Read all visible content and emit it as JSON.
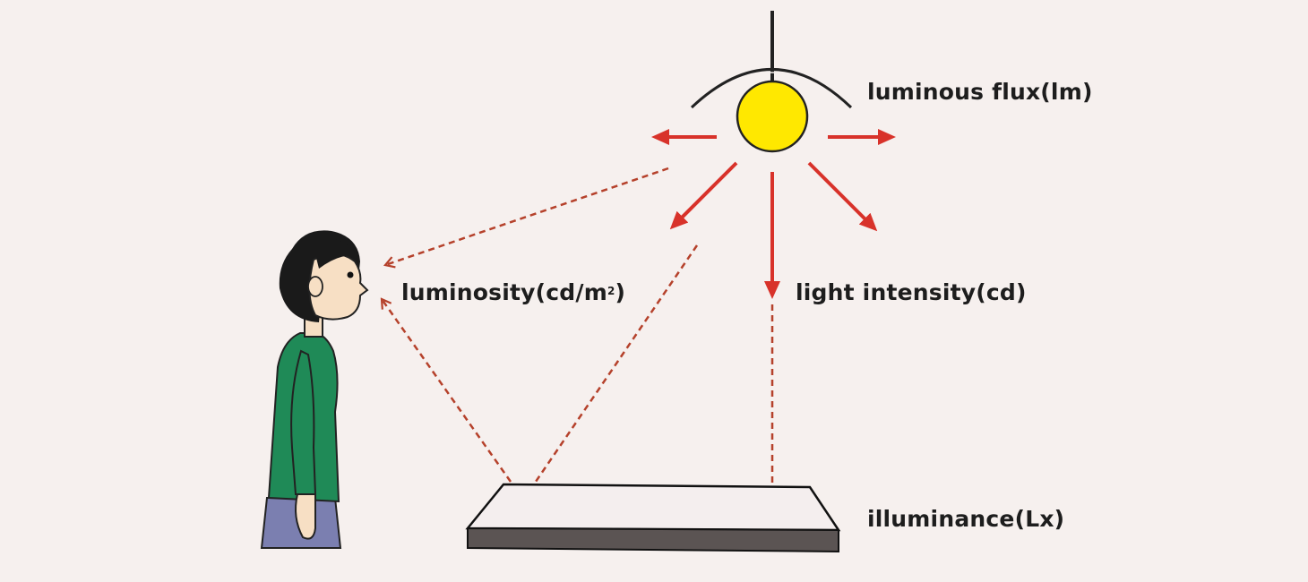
{
  "labels": {
    "luminous_flux": "luminous flux(lm)",
    "luminosity": "luminosity(cd/m",
    "luminosity_sup": "2",
    "luminosity_close": ")",
    "light_intensity": "light intensity(cd)",
    "illuminance": "illuminance(Lx)"
  },
  "colors": {
    "background": "#f6f0ee",
    "arrow": "#d8322a",
    "dashed_arrow": "#b5412b",
    "lamp": "#ffe800",
    "shirt": "#1f8a57",
    "skirt": "#7b7fb0",
    "skin": "#f7dfc4",
    "hair": "#1a1a1a",
    "table_top": "#f4eeee",
    "table_side": "#5b5453"
  }
}
